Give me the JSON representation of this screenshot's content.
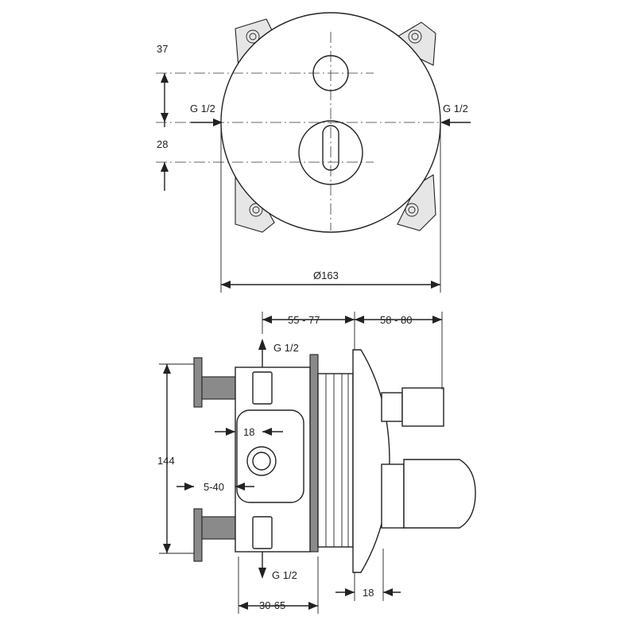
{
  "top_view": {
    "dim_37": "37",
    "dim_28": "28",
    "inlet_left": "G 1/2",
    "inlet_right": "G 1/2",
    "diameter": "Ø163"
  },
  "side_view": {
    "dim_55_77": "55 - 77",
    "dim_58_80": "58 - 80",
    "outlet_top": "G 1/2",
    "outlet_bottom": "G 1/2",
    "dim_144": "144",
    "dim_18_inner": "18",
    "dim_5_40": "5-40",
    "dim_30_65": "30-65",
    "dim_18_bottom": "18"
  }
}
